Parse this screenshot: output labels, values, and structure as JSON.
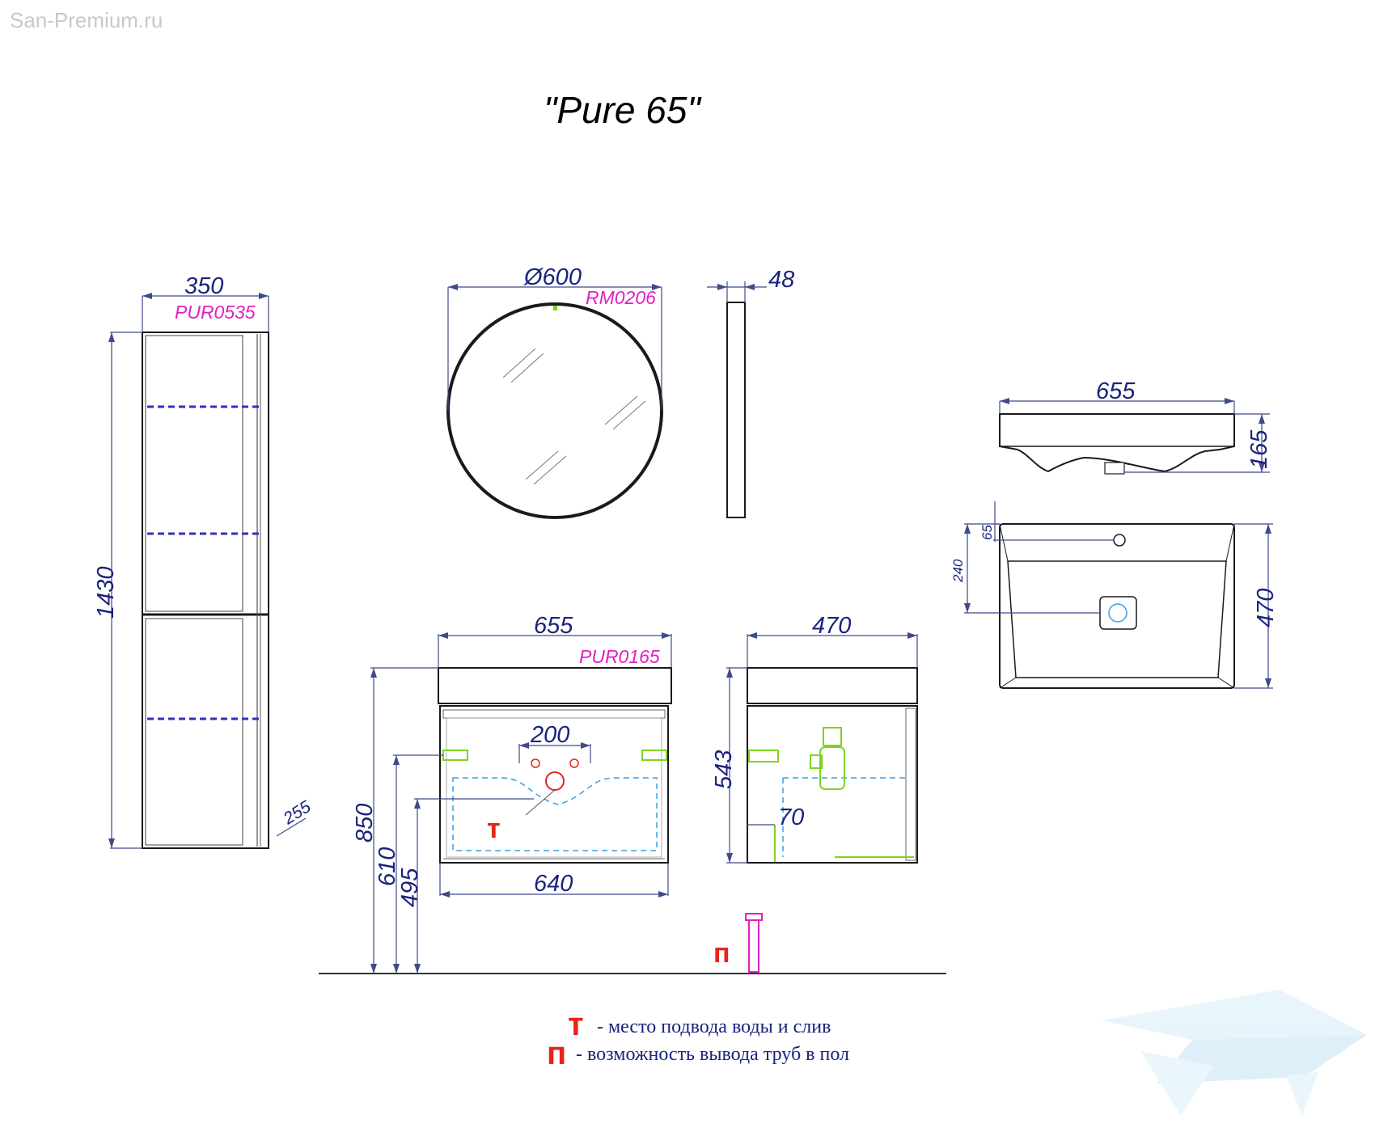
{
  "watermark": "San-Premium.ru",
  "title": "\"Pure 65\"",
  "column": {
    "code": "PUR0535",
    "width": "350",
    "height": "1430",
    "depth": "255"
  },
  "mirror": {
    "code": "RM0206",
    "diameter": "Ø600",
    "depth": "48"
  },
  "basin_top": {
    "width": "655",
    "height": "165"
  },
  "basin_plan": {
    "depth": "470",
    "tap_offset": "65",
    "drain_offset": "240"
  },
  "cabinet": {
    "code": "PUR0165",
    "width": "655",
    "inner_width": "640",
    "spacing": "200",
    "total_height": "850",
    "height_610": "610",
    "height_495": "495"
  },
  "side": {
    "depth": "470",
    "height": "543",
    "offset": "70"
  },
  "markers": {
    "t": "т",
    "p": "п"
  },
  "legend": {
    "t_mark": "т",
    "t_text": "- место подвода воды и слив",
    "p_mark": "п",
    "p_text": "- возможность вывода труб в пол"
  },
  "colors": {
    "dimension": "#1a237e",
    "code": "#e020c0",
    "marker": "#e8231c",
    "fitting": "#7ed321",
    "pipe": "#e020c0"
  }
}
